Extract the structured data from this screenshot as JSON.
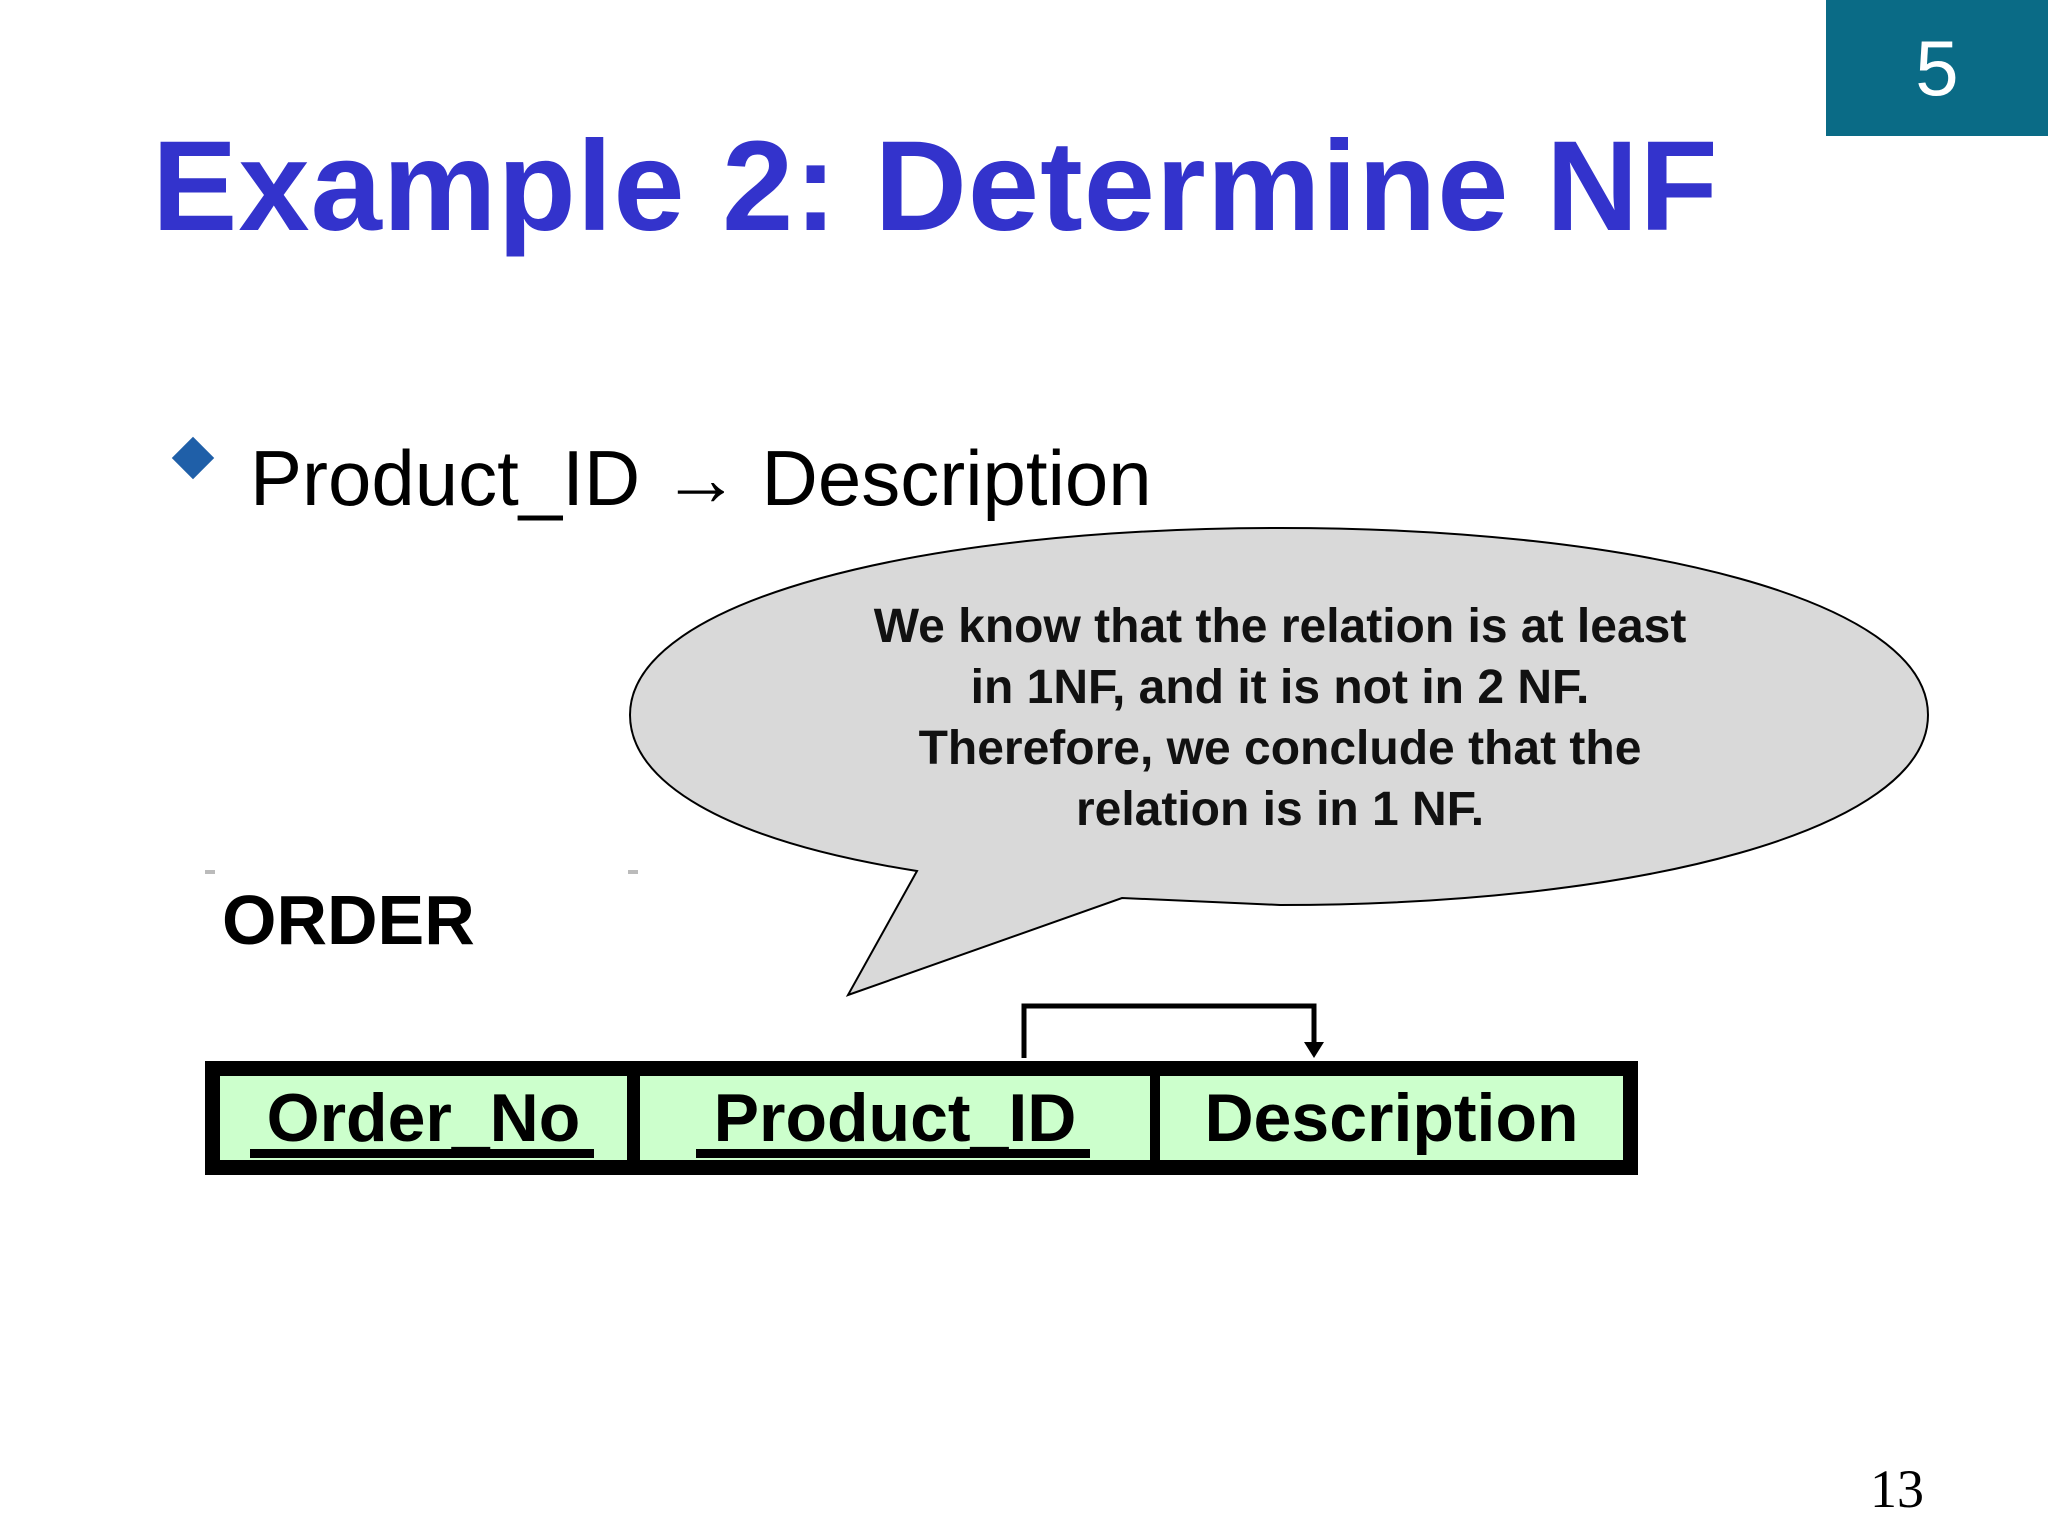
{
  "slide": {
    "chapter_number": "5",
    "title": "Example 2: Determine NF",
    "bullet": "Product_ID → Description",
    "callout_lines": [
      "We know that the relation is at least",
      "in 1NF, and it is not in 2 NF.",
      "Therefore, we conclude that the",
      "relation is in 1 NF."
    ],
    "relation_name": "ORDER",
    "columns": [
      "Order_No",
      "Product_ID",
      "Description"
    ],
    "page_number": "13"
  },
  "colors": {
    "title": "#3333cc",
    "badge": "#0a6b86",
    "cell_fill": "#ccffcc",
    "callout_fill": "#d9d9d9"
  }
}
